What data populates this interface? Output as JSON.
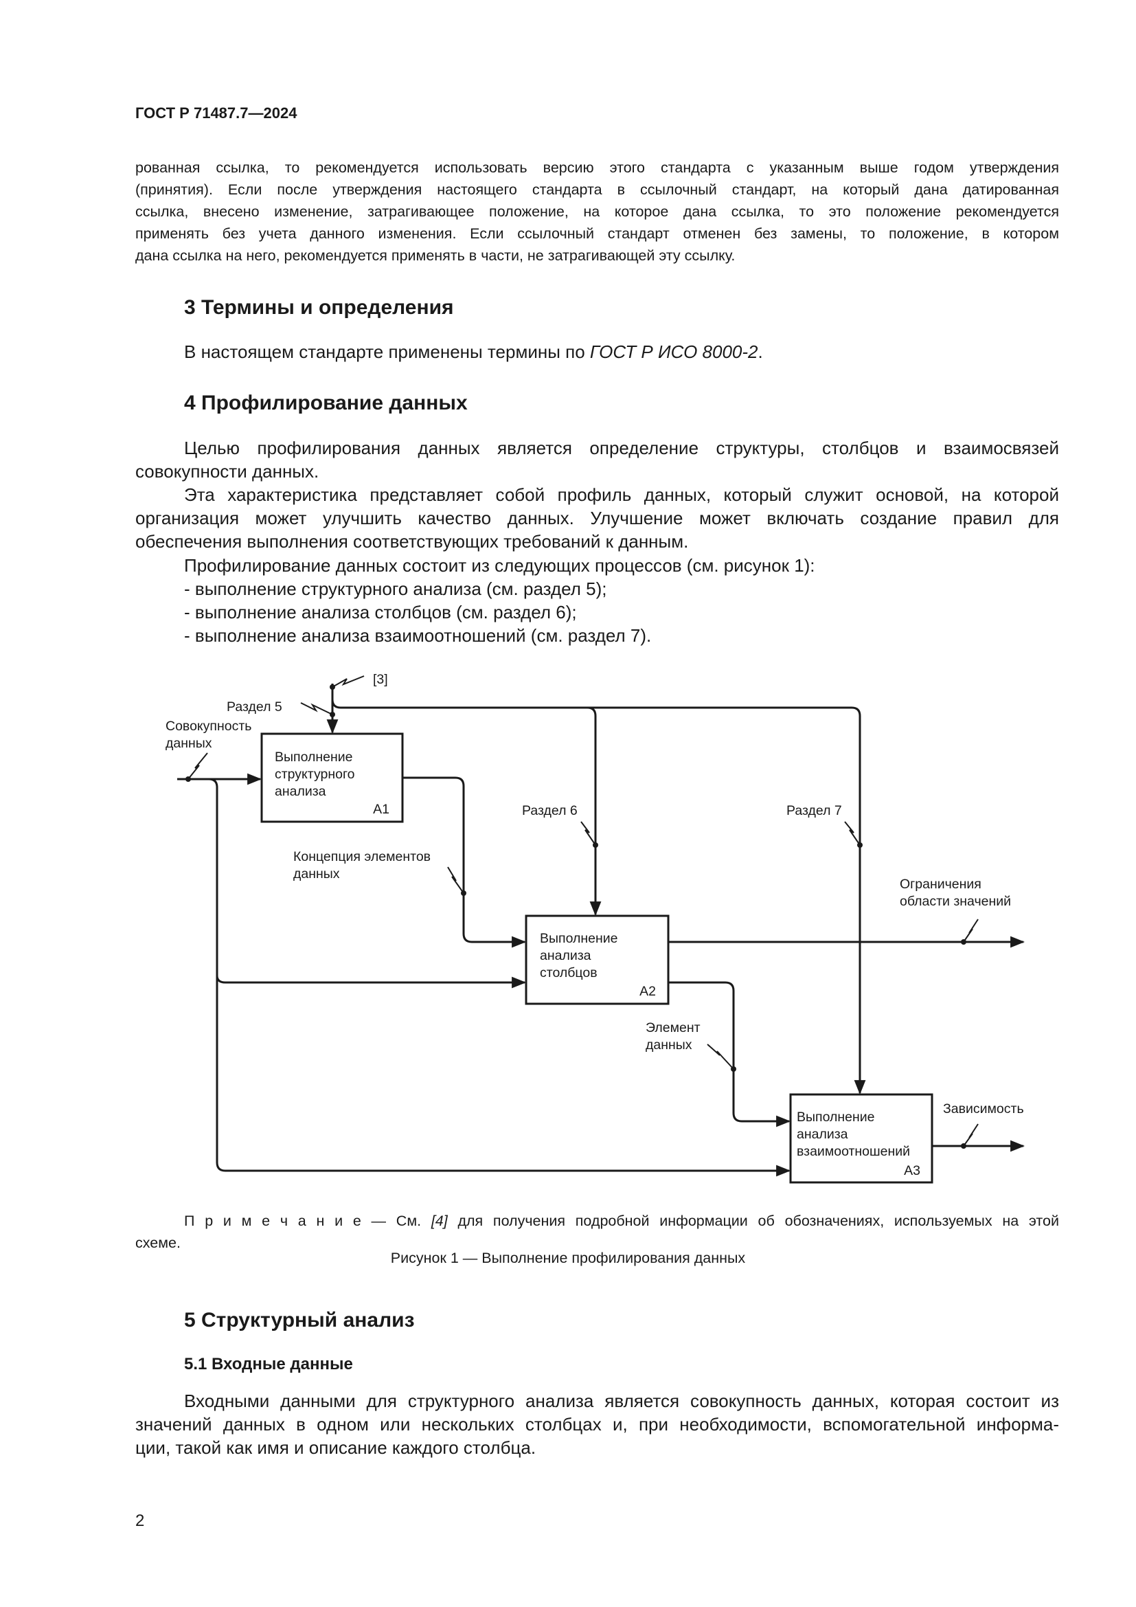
{
  "header": {
    "doc_id": "ГОСТ Р 71487.7—2024"
  },
  "intro_paragraph": [
    "рованная ссылка, то рекомендуется использовать версию этого стандарта с указанным выше годом утверждения",
    "(принятия). Если после утверждения настоящего стандарта в ссылочный стандарт, на который дана датированная",
    "ссылка, внесено изменение, затрагивающее положение, на которое дана ссылка, то это положение рекомендуется",
    "применять без учета данного изменения. Если ссылочный стандарт отменен без замены, то положение, в котором",
    "дана ссылка на него, рекомендуется применять в части, не затрагивающей эту ссылку."
  ],
  "section3": {
    "title": "3  Термины и определения",
    "text_prefix": "В настоящем стандарте применены термины по ",
    "text_ref": "ГОСТ Р ИСО 8000-2",
    "text_suffix": "."
  },
  "section4": {
    "title": "4  Профилирование данных",
    "para1": [
      "Целью профилирования данных является определение структуры, столбцов и взаимосвязей",
      "совокупности данных."
    ],
    "para2": [
      "Эта характеристика представляет собой профиль данных, который служит основой, на которой",
      "организация может улучшить качество данных. Улучшение может включать создание правил для",
      "обеспечения выполнения соответствующих требований к данным."
    ],
    "para3": "Профилирование данных состоит из следующих процессов (см. рисунок 1):",
    "items": [
      "- выполнение структурного анализа (см. раздел 5);",
      "- выполнение анализа столбцов (см. раздел 6);",
      "- выполнение анализа взаимоотношений (см. раздел 7)."
    ]
  },
  "diagram": {
    "ref3": "[3]",
    "razdel5": "Раздел 5",
    "input_line1": "Совокупность",
    "input_line2": "данных",
    "a1": {
      "l1": "Выполнение",
      "l2": "структурного",
      "l3": "анализа",
      "code": "A1"
    },
    "razdel6": "Раздел 6",
    "razdel7": "Раздел 7",
    "concept_l1": "Концепция элементов",
    "concept_l2": "данных",
    "a2": {
      "l1": "Выполнение",
      "l2": "анализа",
      "l3": "столбцов",
      "code": "A2"
    },
    "constraints_l1": "Ограничения",
    "constraints_l2": "области значений",
    "element_l1": "Элемент",
    "element_l2": "данных",
    "a3": {
      "l1": "Выполнение",
      "l2": "анализа",
      "l3": "взаимоотношений",
      "code": "A3"
    },
    "dependency": "Зависимость"
  },
  "note": {
    "label": "П р и м е ч а н и е",
    "dash": " — См. ",
    "ref": "[4]",
    "text_l1": " для получения подробной информации об обозначениях, используемых на этой",
    "text_l2": "схеме."
  },
  "figure_caption": "Рисунок 1 — Выполнение профилирования данных",
  "section5": {
    "title": "5  Структурный анализ",
    "sub_title": "5.1  Входные данные",
    "para": [
      "Входными данными для структурного анализа является совокупность данных, которая состоит из",
      "значений данных в одном или нескольких столбцах и, при необходимости, вспомогательной информа-",
      "ции, такой как имя и описание каждого столбца."
    ]
  },
  "page_number": "2"
}
